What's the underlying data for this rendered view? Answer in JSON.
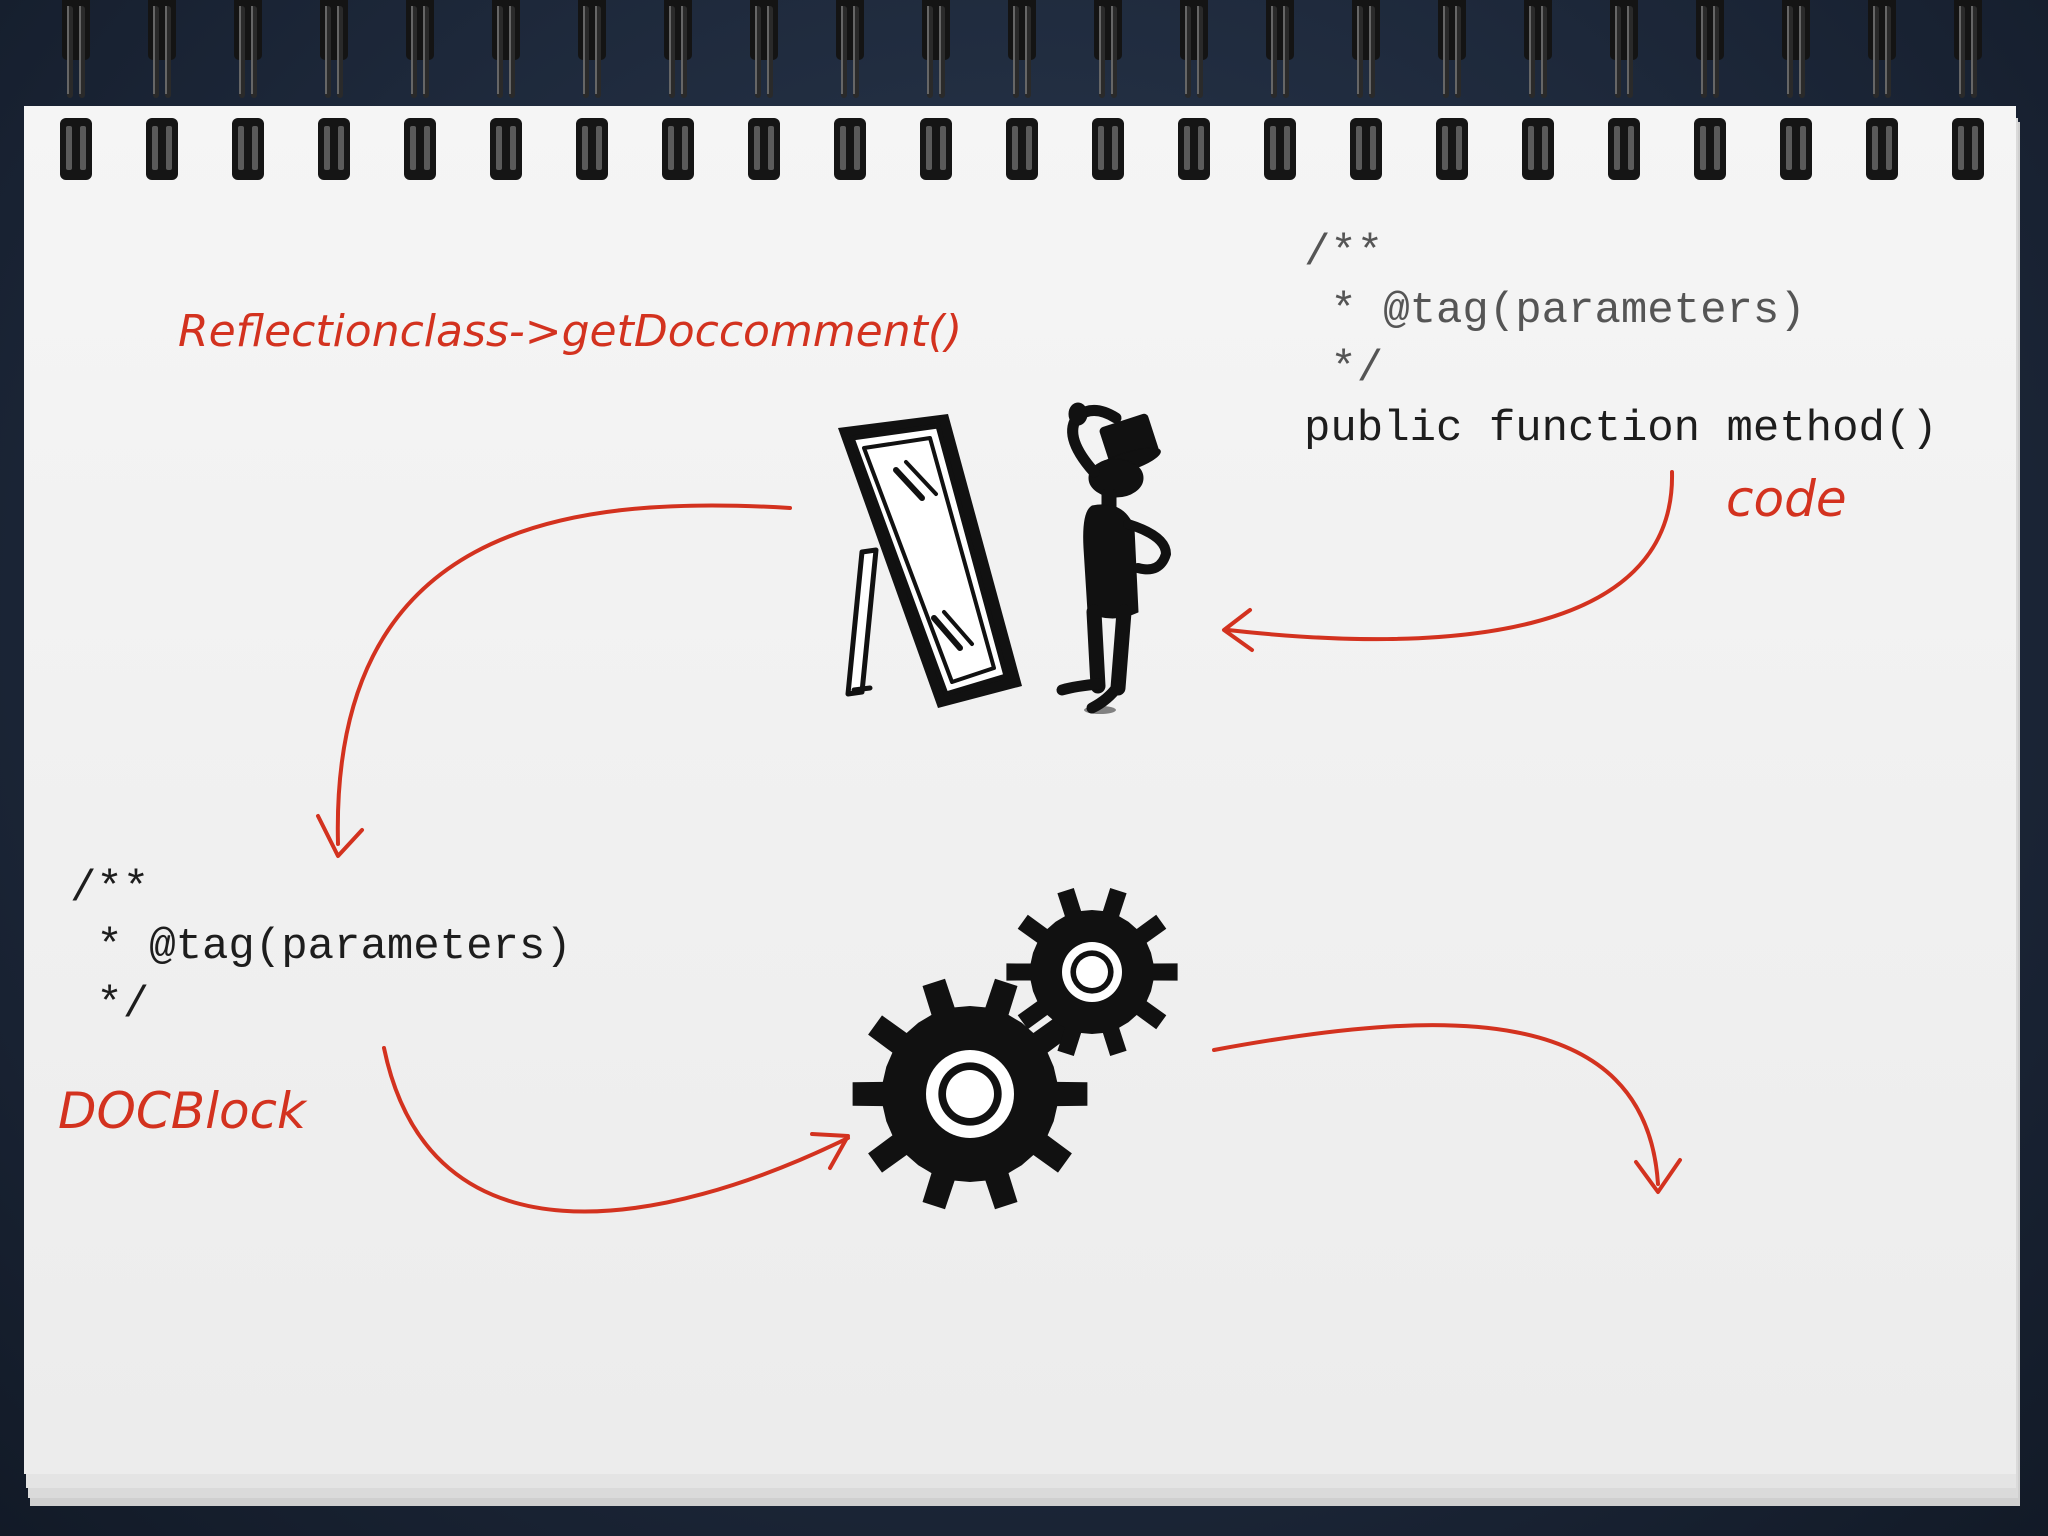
{
  "slide": {
    "reflection_call": "Reflectionclass->getDoccomment()",
    "code_block": {
      "lines": [
        "/**",
        " * @tag(parameters)",
        " */",
        "public function method()"
      ],
      "label": "code"
    },
    "docblock": {
      "lines": [
        "/**",
        " * @tag(parameters)",
        " */"
      ],
      "label": "DOCBlock"
    }
  },
  "icons": [
    "mirror-icon",
    "pondering-man-icon",
    "gears-icon"
  ],
  "colors": {
    "accent": "#d3321f",
    "paper": "#f3f3f3",
    "ink": "#111111",
    "backdrop": "#1b2738"
  }
}
